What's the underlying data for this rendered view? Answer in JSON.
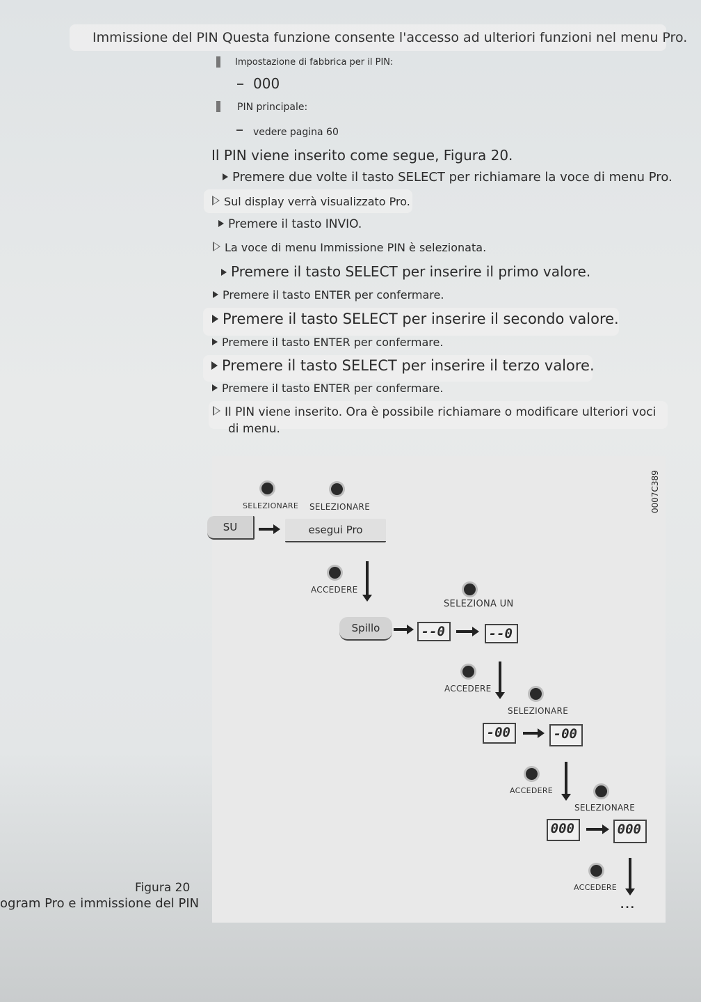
{
  "header": {
    "text": "Immissione del PIN Questa funzione consente l'accesso ad ulteriori funzioni nel menu Pro."
  },
  "factory_pin": {
    "label": "Impostazione di fabbrica per il PIN:",
    "value": "000"
  },
  "master_pin": {
    "label": "PIN principale:",
    "value": "vedere pagina 60"
  },
  "intro": "Il PIN viene inserito come segue, Figura 20.",
  "steps": [
    "Premere due volte il tasto SELECT per richiamare la voce di menu Pro.",
    "Sul display verrà visualizzato Pro.",
    "Premere il tasto INVIO.",
    "La voce di menu Immissione PIN è selezionata.",
    "Premere il tasto SELECT per inserire il primo valore.",
    "Premere il tasto ENTER per confermare.",
    "Premere il tasto SELECT per inserire il secondo valore.",
    "Premere il tasto ENTER per confermare.",
    "Premere il tasto SELECT per inserire il terzo valore.",
    "Premere il tasto ENTER per confermare.",
    "Il PIN viene inserito. Ora è possibile richiamare o modificare ulteriori voci",
    "di menu."
  ],
  "figure": {
    "code": "0007C389",
    "labels": {
      "sel1": "SELEZIONARE",
      "sel2": "SELEZIONARE",
      "acc1": "ACCEDERE",
      "sel_un": "SELEZIONA UN",
      "acc2": "ACCEDERE",
      "sel3": "SELEZIONARE",
      "acc3": "ACCEDERE",
      "sel4": "SELEZIONARE",
      "acc4": "ACCEDERE"
    },
    "menus": {
      "su": "SU",
      "esegui_pro": "esegui Pro",
      "spillo": "Spillo"
    },
    "displays": [
      "--0",
      "--0",
      "-00",
      "-00",
      "000",
      "000"
    ],
    "ellipsis": "...",
    "caption_number": "Figura 20",
    "caption_title": "ogram Pro e immissione del PIN"
  }
}
